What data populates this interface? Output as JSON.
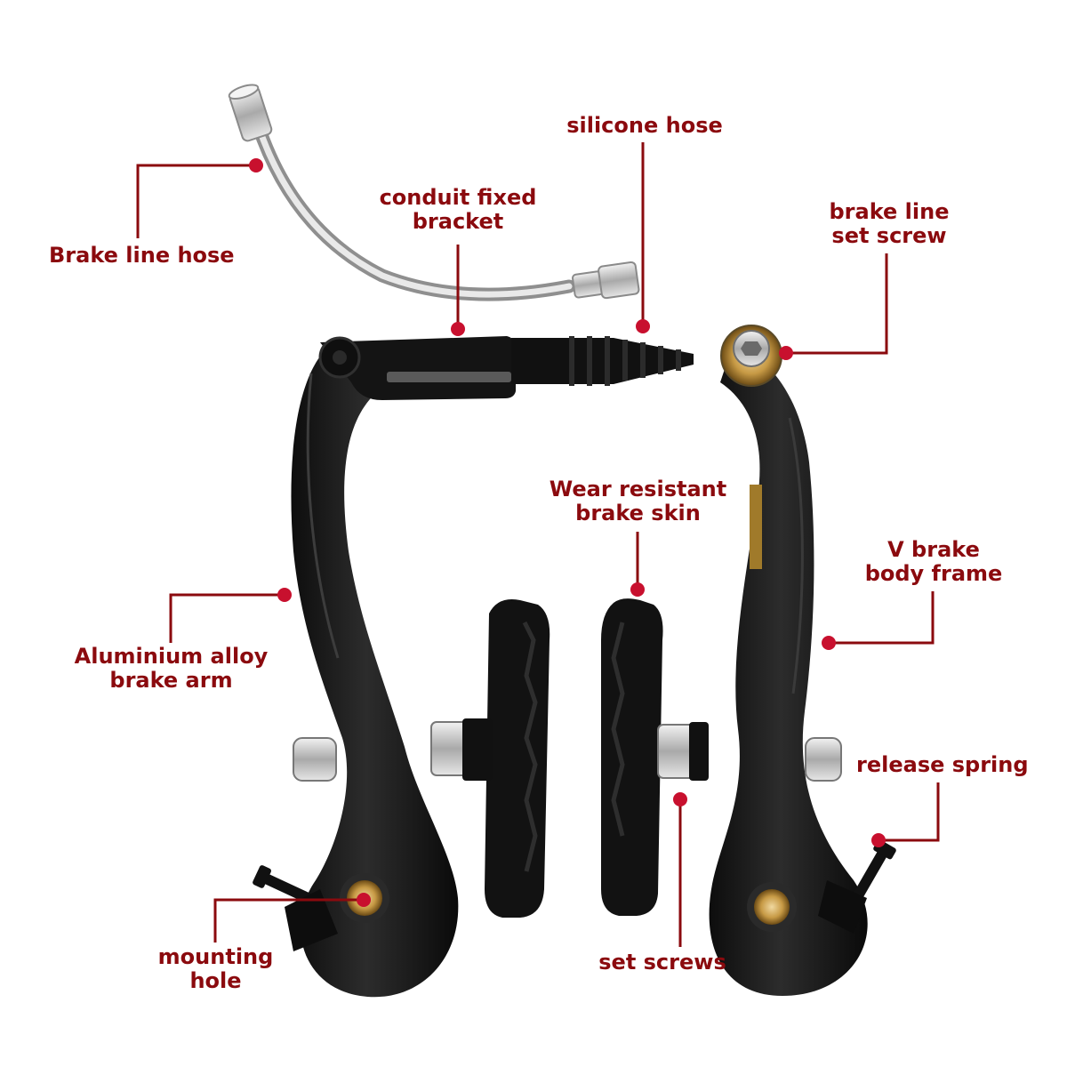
{
  "colors": {
    "label_text": "#8b0a0e",
    "leader_line": "#8b0a0e",
    "brake_body": "#141414",
    "metal": "#c8c8c8",
    "brass": "#b8862e"
  },
  "parts": {
    "brake_line_hose": "Brake line hose",
    "silicone_hose": "silicone hose",
    "conduit_fixed_bracket": [
      "conduit fixed",
      "bracket"
    ],
    "brake_line_set_screw": [
      "brake line",
      "set screw"
    ],
    "wear_resistant_brake_skin": [
      "Wear resistant",
      "brake skin"
    ],
    "v_brake_body_frame": [
      "V brake",
      "body frame"
    ],
    "aluminium_alloy_brake_arm": [
      "Aluminium alloy",
      "brake arm"
    ],
    "release_spring": "release spring",
    "mounting_hole": [
      "mounting",
      "hole"
    ],
    "set_screws": "set screws"
  }
}
